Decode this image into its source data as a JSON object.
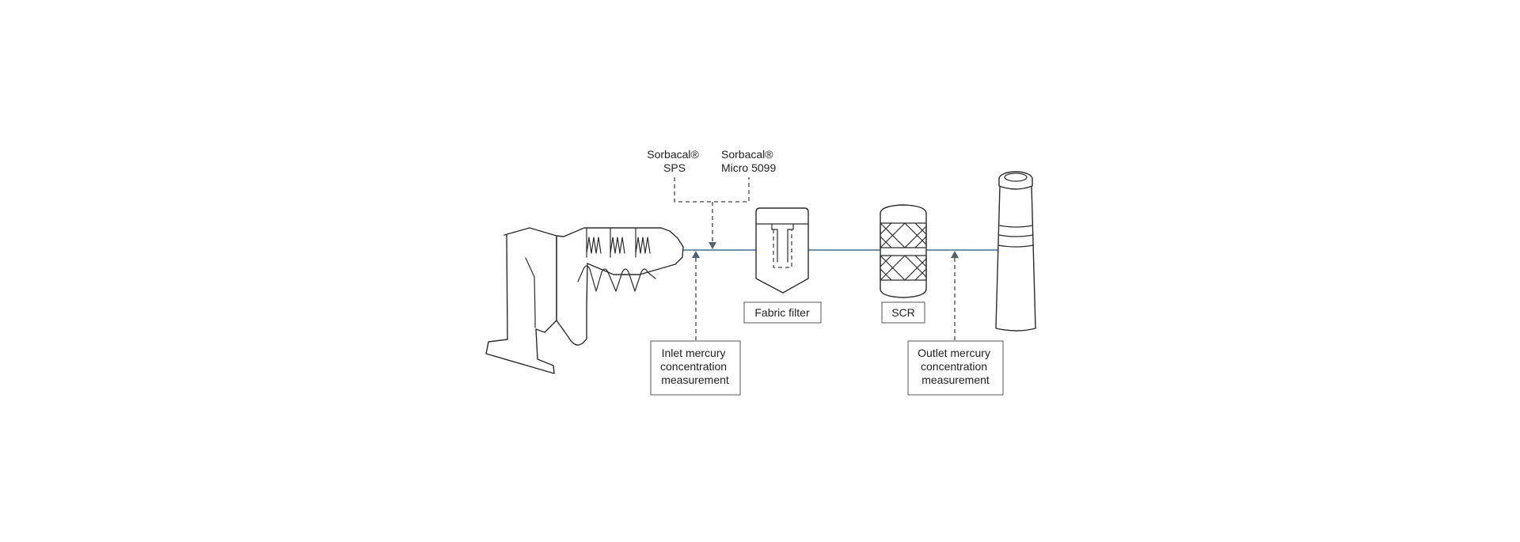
{
  "diagram": {
    "sorbents": {
      "sps": {
        "line1": "Sorbacal®",
        "line2": "SPS"
      },
      "micro": {
        "line1": "Sorbacal®",
        "line2": "Micro 5099"
      }
    },
    "equipment": {
      "fabric_filter": "Fabric filter",
      "scr": "SCR"
    },
    "measurements": {
      "inlet": {
        "line1": "Inlet mercury",
        "line2": "concentration",
        "line3": "measurement"
      },
      "outlet": {
        "line1": "Outlet mercury",
        "line2": "concentration",
        "line3": "measurement"
      }
    },
    "colors": {
      "flow_line": "#4a6b8a",
      "arrow": "#55606b",
      "outline": "#2b2b2b"
    }
  }
}
